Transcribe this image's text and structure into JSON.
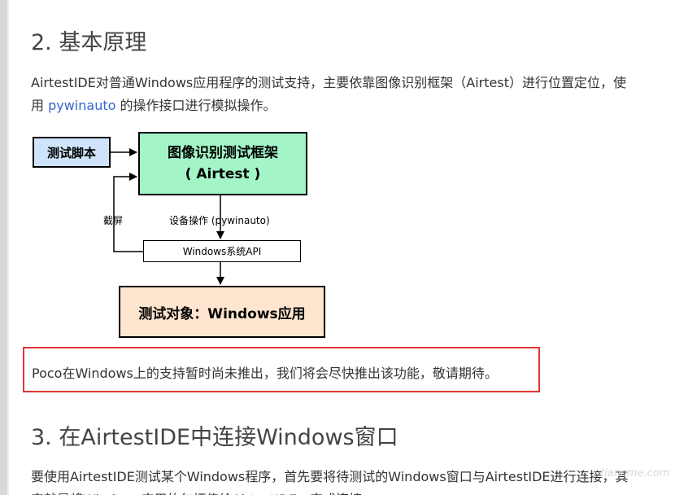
{
  "sections": {
    "basic": {
      "heading": "2. 基本原理",
      "intro_part1": "AirtestIDE对普通Windows应用程序的测试支持，主要依靠图像识别框架（Airtest）进行位置定位，使用 ",
      "intro_link": "pywinauto",
      "intro_part2": " 的操作接口进行模拟操作。"
    },
    "connect": {
      "heading": "3. 在AirtestIDE中连接Windows窗口",
      "paragraph": "要使用AirtestIDE测试某个Windows程序，首先要将待测试的Windows窗口与AirtestIDE进行连接，其实就是将Windows应用的句柄传给AirtestIDE，完成连接"
    }
  },
  "diagram": {
    "test_script": "测试脚本",
    "framework_line1": "图像识别测试框架",
    "framework_line2": "( Airtest )",
    "device_op_label": "设备操作 (pywinauto)",
    "screenshot_label": "截屏",
    "windows_api": "Windows系统API",
    "target": "测试对象：Windows应用"
  },
  "notice": {
    "text": "Poco在Windows上的支持暂时尚未推出，我们将会尽快推出该功能，敬请期待。"
  },
  "watermark": "tianome.com",
  "colors": {
    "link": "#3366cc",
    "notice_border": "#e03535",
    "script_box": "#cfe4fb",
    "framework_box": "#a3f5c7",
    "target_box": "#fde5cf"
  }
}
